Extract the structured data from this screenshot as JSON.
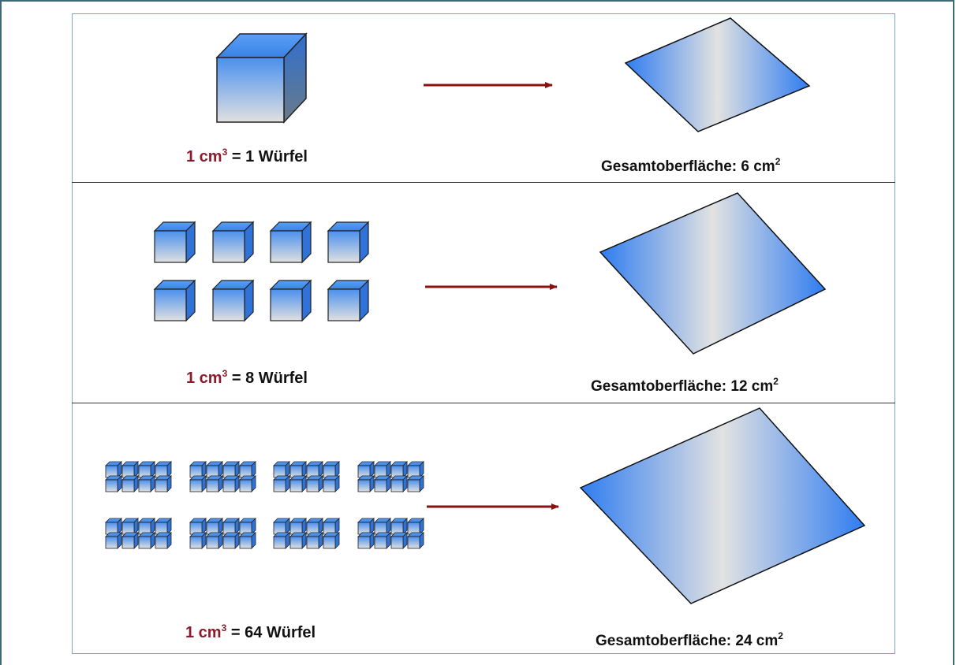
{
  "rows": [
    {
      "left_prefix": "1 cm",
      "left_exp": "3",
      "left_suffix": " = 1 Würfel",
      "right_prefix": "Gesamtoberfläche: 6 cm",
      "right_exp": "2",
      "cube_count": 1
    },
    {
      "left_prefix": "1 cm",
      "left_exp": "3",
      "left_suffix": " = 8 Würfel",
      "right_prefix": "Gesamtoberfläche: 12 cm",
      "right_exp": "2",
      "cube_count": 8
    },
    {
      "left_prefix": "1 cm",
      "left_exp": "3",
      "left_suffix": " = 64 Würfel",
      "right_prefix": "Gesamtoberfläche: 24 cm",
      "right_exp": "2",
      "cube_count": 64
    }
  ],
  "colors": {
    "accent_red": "#8b1a2b",
    "cube_blue": "#3b82e6",
    "arrow": "#8b1010"
  }
}
